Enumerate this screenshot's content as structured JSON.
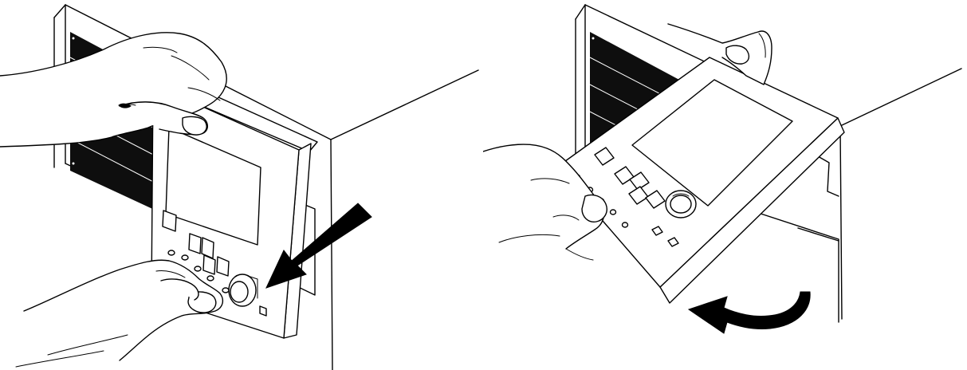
{
  "figure": {
    "panels": [
      {
        "id": "left",
        "step": "press-release",
        "icons": [
          "hand-holding-top-icon",
          "hand-pressing-knob-icon",
          "arrow-pointing-at-knob-icon"
        ]
      },
      {
        "id": "right",
        "step": "swing-panel-out",
        "icons": [
          "hand-holding-top-icon",
          "hand-pulling-panel-icon",
          "curved-rotate-arrow-icon"
        ]
      }
    ],
    "colors": {
      "line": "#000000",
      "background": "#ffffff",
      "vent": "#0e0e0e"
    }
  }
}
